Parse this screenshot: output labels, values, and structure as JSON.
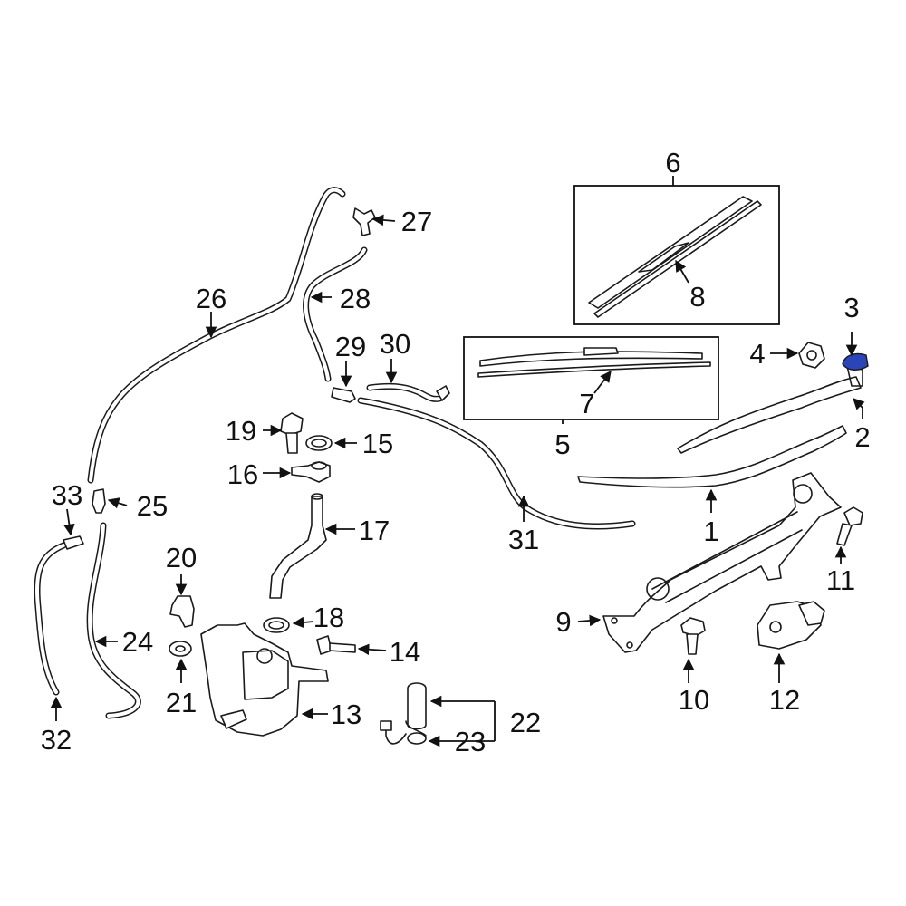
{
  "diagram": {
    "highlight_color": "#2b45b8",
    "line_color": "#1a1a1a",
    "callouts": [
      "1",
      "2",
      "3",
      "4",
      "5",
      "6",
      "7",
      "8",
      "9",
      "10",
      "11",
      "12",
      "13",
      "14",
      "15",
      "16",
      "17",
      "18",
      "19",
      "20",
      "21",
      "22",
      "23",
      "24",
      "25",
      "26",
      "27",
      "28",
      "29",
      "30",
      "31",
      "32",
      "33"
    ]
  }
}
